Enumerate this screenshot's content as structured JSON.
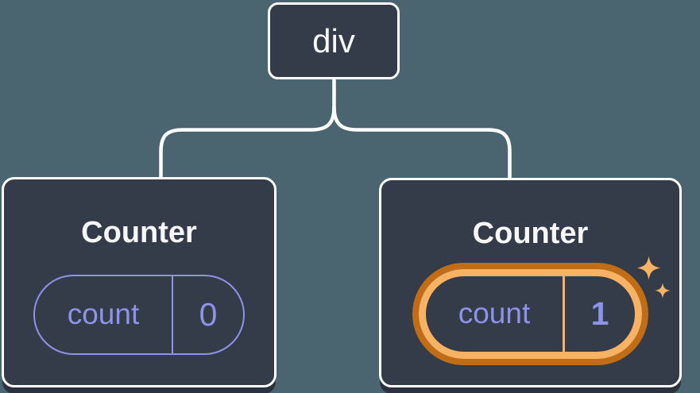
{
  "diagram": {
    "type": "react-component-tree",
    "root_node": {
      "label": "div"
    },
    "counters": [
      {
        "title": "Counter",
        "state_key": "count",
        "state_value": "0",
        "highlighted": false
      },
      {
        "title": "Counter",
        "state_key": "count",
        "state_value": "1",
        "highlighted": true
      }
    ],
    "colors": {
      "background": "#4A6570",
      "node_fill": "#353C49",
      "node_border": "#FFFFFF",
      "connector": "#FFFFFF",
      "state_accent": "#8E93E8",
      "highlight_ring_outer": "#C06D15",
      "highlight_ring_inner": "#F8B263",
      "sparkle": "#F8B263",
      "title_text": "#F7F8FA"
    },
    "icons": [
      {
        "name": "sparkles-icon",
        "meaning": "state updated / re-render highlight"
      }
    ]
  }
}
